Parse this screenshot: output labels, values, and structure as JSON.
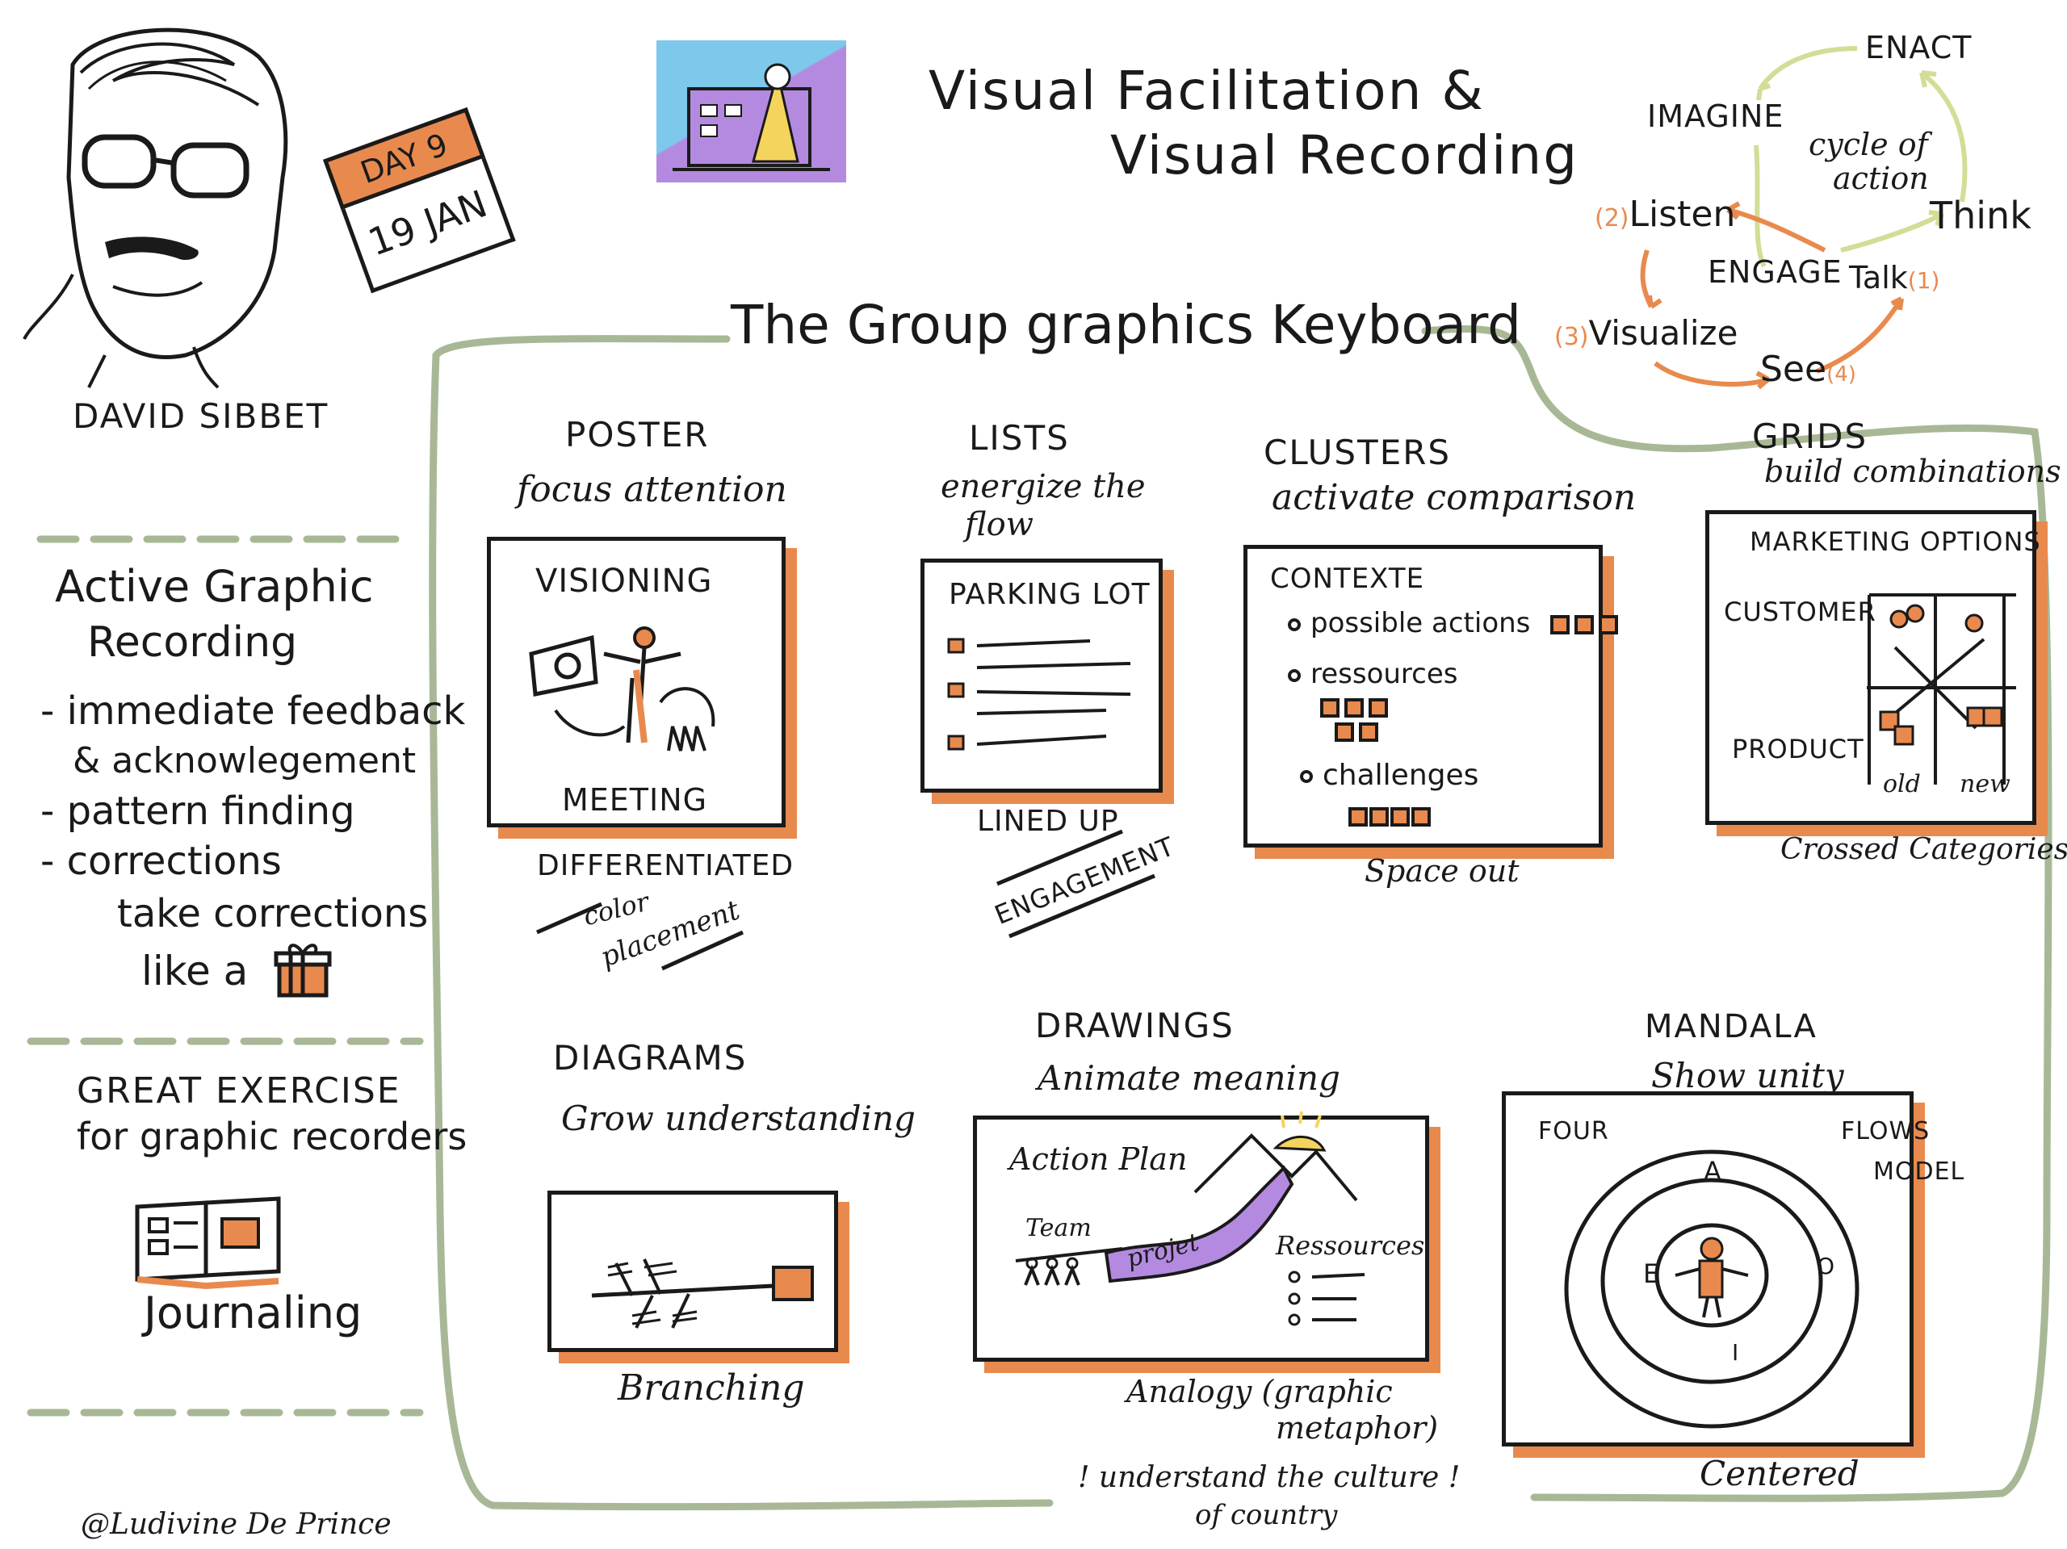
{
  "colors": {
    "accent": "#e88a4e",
    "frame": "#a8b896",
    "ink": "#1a1a1a",
    "cycle_arrow": "#d4dc96",
    "tile_purple": "#b48ae0",
    "tile_blue": "#7ec8ec"
  },
  "header": {
    "title_line1": "Visual Facilitation &",
    "title_line2": "Visual Recording",
    "calendar": {
      "day": "DAY 9",
      "date": "19 JAN"
    },
    "speaker_name": "DAVID SIBBET"
  },
  "cycle": {
    "enact": "ENACT",
    "imagine": "IMAGINE",
    "center_line1": "cycle of",
    "center_line2": "action",
    "listen_num": "(2)",
    "listen": "Listen",
    "think": "Think",
    "engage": "ENGAGE",
    "talk": "Talk",
    "talk_num": "(1)",
    "visualize_num": "(3)",
    "visualize": "Visualize",
    "see": "See",
    "see_num": "(4)"
  },
  "left_panel": {
    "heading_line1": "Active Graphic",
    "heading_line2": "Recording",
    "items": [
      "- immediate feedback",
      "& acknowlegement",
      "- pattern finding",
      "- corrections"
    ],
    "tip_line1": "take corrections",
    "tip_line2": "like a",
    "exercise_line1": "GREAT EXERCISE",
    "exercise_line2": "for graphic recorders",
    "journaling": "Journaling",
    "credit": "@Ludivine De Prince",
    "icons": [
      "gift-icon",
      "notebook-icon"
    ]
  },
  "keyboard": {
    "title": "The Group graphics Keyboard",
    "poster": {
      "name": "POSTER",
      "tagline": "focus attention",
      "card_top": "VISIONING",
      "card_bottom": "MEETING",
      "under": "DIFFERENTIATED",
      "note_line1": "color",
      "note_line2": "placement"
    },
    "lists": {
      "name": "LISTS",
      "tagline_line1": "energize the",
      "tagline_line2": "flow",
      "card_title": "PARKING LOT",
      "under": "LINED UP",
      "note": "ENGAGEMENT"
    },
    "clusters": {
      "name": "CLUSTERS",
      "tagline": "activate comparison",
      "card_title": "CONTEXTE",
      "items": [
        "possible actions",
        "ressources",
        "challenges"
      ],
      "under": "Space out"
    },
    "grids": {
      "name": "GRIDS",
      "tagline": "build combinations",
      "card_title": "MARKETING OPTIONS",
      "row1": "CUSTOMER",
      "row2": "PRODUCT",
      "col1": "old",
      "col2": "new",
      "under": "Crossed Categories"
    },
    "diagrams": {
      "name": "DIAGRAMS",
      "tagline": "Grow understanding",
      "under": "Branching"
    },
    "drawings": {
      "name": "DRAWINGS",
      "tagline": "Animate meaning",
      "card_title": "Action Plan",
      "team": "Team",
      "project": "projet",
      "resources": "Ressources",
      "under_line1": "Analogy (graphic",
      "under_line2": "metaphor)",
      "note_line1": "understand the culture",
      "note_line2": "of country",
      "note_mark": "!"
    },
    "mandala": {
      "name": "MANDALA",
      "tagline": "Show unity",
      "four": "FOUR",
      "flows": "FLOWS",
      "model": "MODEL",
      "a": "A",
      "e": "E",
      "o": "O",
      "i": "I",
      "under": "Centered"
    }
  }
}
